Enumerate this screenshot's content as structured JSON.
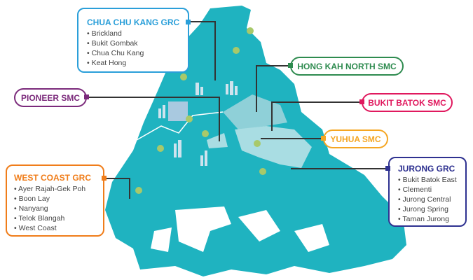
{
  "constituencies": {
    "chua_chu_kang": {
      "title": "CHUA CHU KANG GRC",
      "color": "#2b9fd9",
      "wards": [
        "Brickland",
        "Bukit Gombak",
        "Chua Chu Kang",
        "Keat Hong"
      ]
    },
    "pioneer": {
      "title": "PIONEER SMC",
      "color": "#7b2a7b"
    },
    "hong_kah_north": {
      "title": "HONG KAH NORTH SMC",
      "color": "#2e8b4f"
    },
    "bukit_batok": {
      "title": "BUKIT BATOK SMC",
      "color": "#e0195e"
    },
    "yuhua": {
      "title": "YUHUA SMC",
      "color": "#f5a623"
    },
    "west_coast": {
      "title": "WEST COAST GRC",
      "color": "#f07d1a",
      "wards": [
        "Ayer Rajah-Gek Poh",
        "Boon Lay",
        "Nanyang",
        "Telok Blangah",
        "West Coast"
      ]
    },
    "jurong": {
      "title": "JURONG GRC",
      "color": "#2e3190",
      "wards": [
        "Bukit Batok East",
        "Clementi",
        "Jurong Central",
        "Jurong Spring",
        "Taman Jurong"
      ]
    }
  },
  "map_colors": {
    "land": "#1fb3c0",
    "highlight": "#a9dde3",
    "tree": "#a8c96a"
  }
}
